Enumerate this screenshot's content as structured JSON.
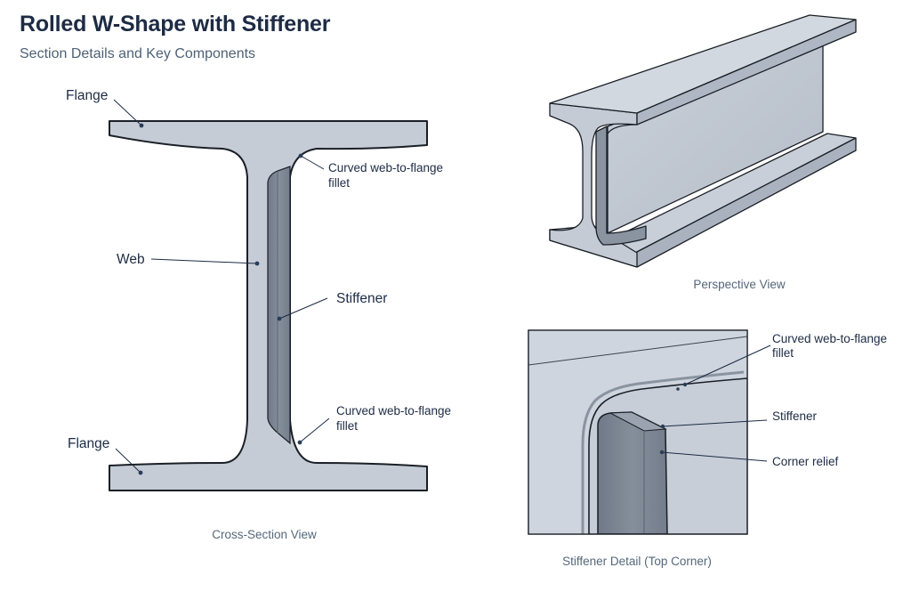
{
  "title": "Rolled W-Shape with Stiffener",
  "subtitle": "Section Details and Key Components",
  "cross_section": {
    "caption": "Cross-Section View",
    "labels": {
      "flange_top": "Flange",
      "flange_bottom": "Flange",
      "web": "Web",
      "stiffener": "Stiffener",
      "fillet_top_line1": "Curved web-to-flange",
      "fillet_top_line2": "fillet",
      "fillet_bottom_line1": "Curved web-to-flange",
      "fillet_bottom_line2": "fillet"
    }
  },
  "perspective": {
    "caption": "Perspective View"
  },
  "detail": {
    "caption": "Stiffener Detail (Top Corner)",
    "labels": {
      "fillet_line1": "Curved web-to-flange",
      "fillet_line2": "fillet",
      "stiffener": "Stiffener",
      "corner_relief": "Corner relief"
    }
  },
  "colors": {
    "steel_face": "#c5ccd6",
    "steel_light": "#d4dae2",
    "steel_dark": "#7e8896",
    "outline": "#1b1f26"
  }
}
